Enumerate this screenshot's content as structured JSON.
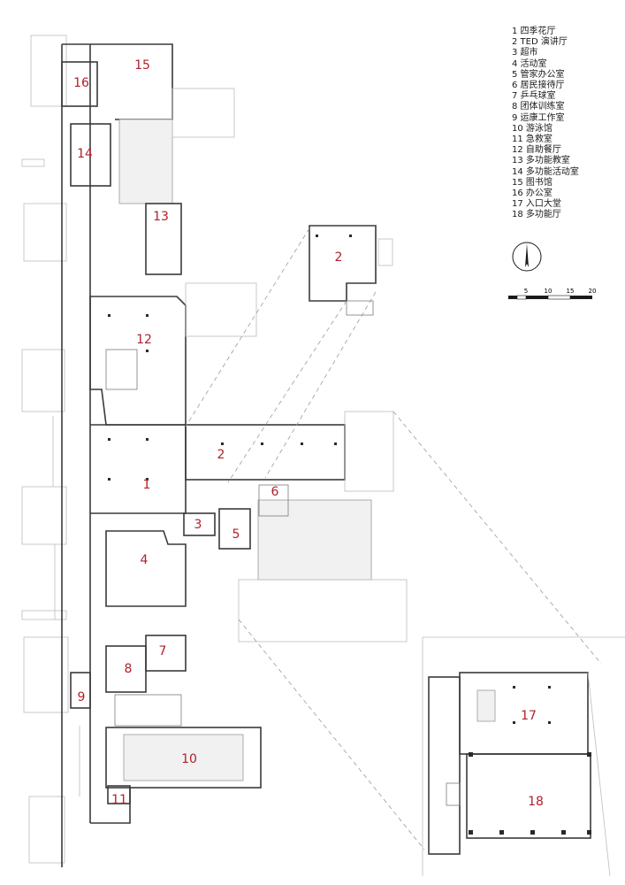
{
  "legend": [
    "1 四季花厅",
    "2 TED 演讲厅",
    "3 超市",
    "4 活动室",
    "5 管家办公室",
    "6 居民接待厅",
    "7 乒乓球室",
    "8 团体训练室",
    "9 运康工作室",
    "10 游泳馆",
    "11 急救室",
    "12 自助餐厅",
    "13 多功能教室",
    "14 多功能活动室",
    "15 图书馆",
    "16 办公室",
    "17 入口大堂",
    "18 多功能厅"
  ],
  "scale_labels": [
    "5",
    "10",
    "15",
    "20"
  ],
  "room_numbers": {
    "r1": "1",
    "r2a": "2",
    "r2b": "2",
    "r3": "3",
    "r4": "4",
    "r5": "5",
    "r6": "6",
    "r7": "7",
    "r8": "8",
    "r9": "9",
    "r10": "10",
    "r11": "11",
    "r12": "12",
    "r13": "13",
    "r14": "14",
    "r15": "15",
    "r16": "16",
    "r17": "17",
    "r18": "18"
  },
  "colors": {
    "room_number": "#b0202a",
    "wall": "#3a3a3a",
    "faint": "#bdbdbd"
  },
  "icons": [
    "north-arrow-icon",
    "scale-bar-icon"
  ]
}
